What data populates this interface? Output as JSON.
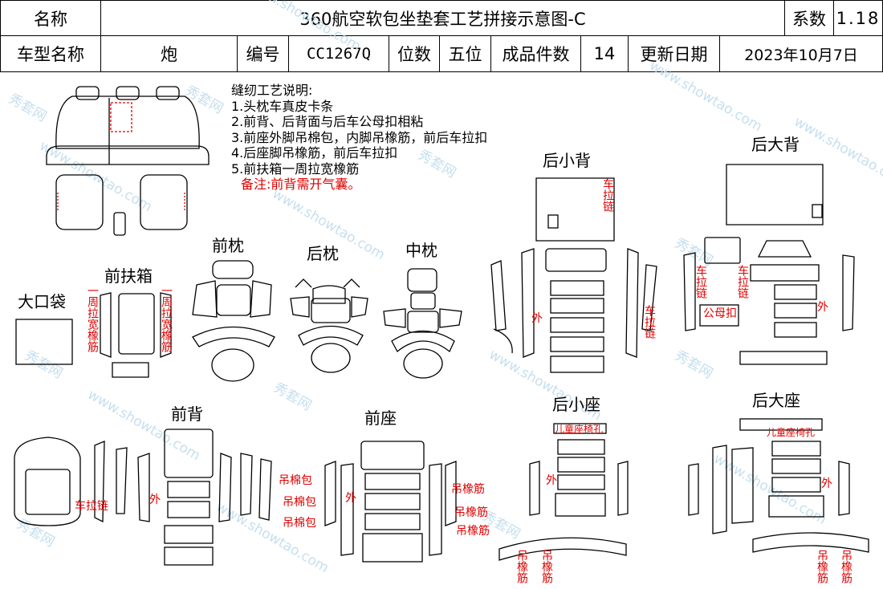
{
  "header": {
    "name_label": "名称",
    "title": "360航空软包坐垫套工艺拼接示意图-C",
    "coef_label": "系数",
    "coef_value": "1.18",
    "model_label": "车型名称",
    "model_value": "炮",
    "code_label": "编号",
    "code_value": "CC1267Q",
    "seat_label": "位数",
    "seat_value": "五位",
    "count_label": "成品件数",
    "count_value": "14",
    "date_label": "更新日期",
    "date_value": "2023年10月7日"
  },
  "notes": {
    "title": "缝纫工艺说明:",
    "items": [
      "1.头枕车真皮卡条",
      "2.前背、后背面与后车公母扣相粘",
      "3.前座外脚吊棉包，内脚吊橡筋，前后车拉扣",
      "4.后座脚吊橡筋，前后车拉扣",
      "5.前扶箱一周拉宽橡筋"
    ],
    "remark": "备注:前背需开气囊。"
  },
  "sections": {
    "big_pocket": "大口袋",
    "front_armrest": "前扶箱",
    "front_headrest": "前枕",
    "rear_headrest": "后枕",
    "middle_headrest": "中枕",
    "rear_small_back": "后小背",
    "rear_big_back": "后大背",
    "front_back": "前背",
    "front_seat": "前座",
    "rear_small_seat": "后小座",
    "rear_big_seat": "后大座"
  },
  "annotations": {
    "elastic_wide": "一周拉宽橡筋",
    "zipper": "车拉链",
    "outer": "外",
    "snap": "公母扣",
    "cotton_pack": "吊棉包",
    "elastic": "吊橡筋",
    "child_seat_hole": "儿童座椅孔"
  },
  "watermark": {
    "text_cn": "秀套网",
    "text_en": "www.showtao.com"
  },
  "colors": {
    "line": "#000000",
    "annotation": "#e00000",
    "watermark": "#c6dfee"
  }
}
